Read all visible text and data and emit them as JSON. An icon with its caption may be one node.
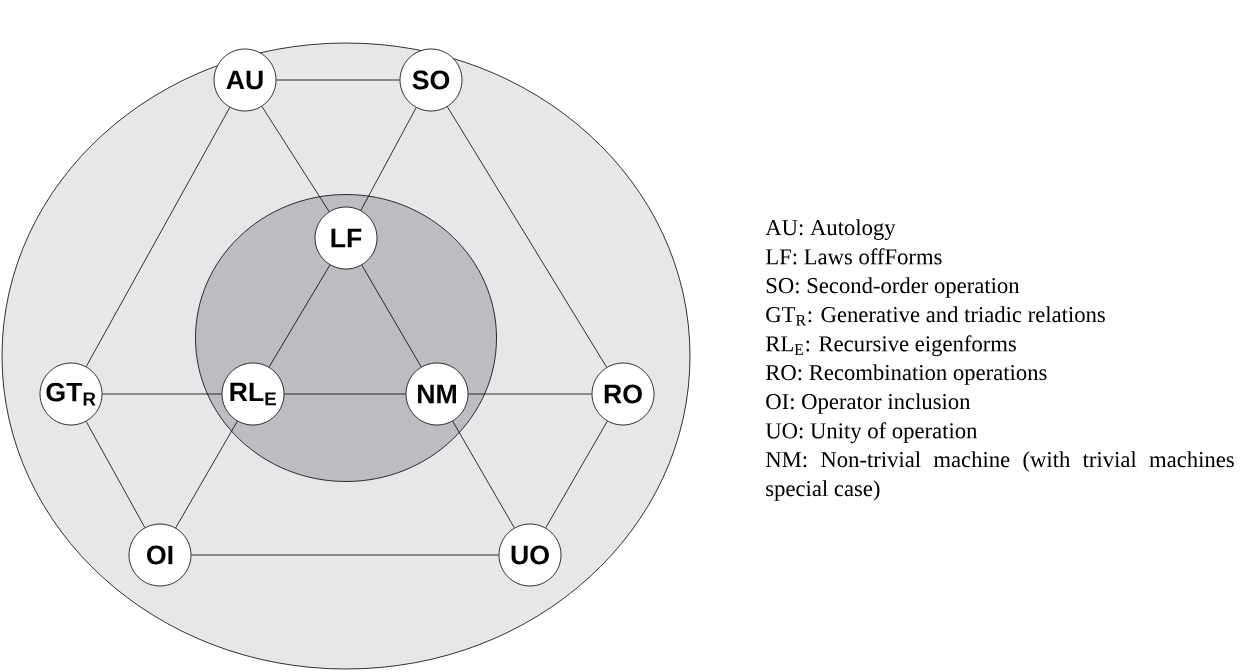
{
  "diagram": {
    "nodes": [
      {
        "text": [],
        "shape": "circle"
      },
      {
        "text": [],
        "shape": "circle",
        "in": 0
      },
      {
        "text": [
          "AU"
        ],
        "in": 0
      },
      {
        "text": [
          "SO"
        ],
        "in": 0
      },
      {
        "text": [
          "LF"
        ],
        "in": 1
      },
      {
        "text": [
          "GT$_{R}$"
        ],
        "in": 0
      },
      {
        "text": [
          "RL$_{E}$"
        ],
        "in": 1
      },
      {
        "text": [
          "NM"
        ],
        "in": 1
      },
      {
        "text": [
          "RO"
        ],
        "in": 0
      },
      {
        "text": [
          "OI"
        ],
        "in": 0
      },
      {
        "text": [
          "UO"
        ],
        "in": 0
      }
    ],
    "edges": [
      {
        "from": 2,
        "to": 3,
        "arrow": "none"
      },
      {
        "from": 2,
        "to": 4,
        "arrow": "none"
      },
      {
        "from": 3,
        "to": 4,
        "arrow": "none"
      },
      {
        "from": 2,
        "to": 5,
        "arrow": "none"
      },
      {
        "from": 3,
        "to": 8,
        "arrow": "none"
      },
      {
        "from": 4,
        "to": 6,
        "arrow": "none"
      },
      {
        "from": 4,
        "to": 7,
        "arrow": "none"
      },
      {
        "from": 5,
        "to": 6,
        "arrow": "none"
      },
      {
        "from": 6,
        "to": 7,
        "arrow": "none"
      },
      {
        "from": 7,
        "to": 8,
        "arrow": "none"
      },
      {
        "from": 5,
        "to": 9,
        "arrow": "none"
      },
      {
        "from": 6,
        "to": 9,
        "arrow": "none"
      },
      {
        "from": 7,
        "to": 10,
        "arrow": "none"
      },
      {
        "from": 8,
        "to": 10,
        "arrow": "none"
      },
      {
        "from": 9,
        "to": 10,
        "arrow": "none"
      }
    ],
    "labels": [
      "AU: Autology",
      "LF: Laws offForms",
      "SO: Second-order operation",
      "GT$_{R}$: Generative and triadic relations",
      "RL$_{E}$: Recursive eigenforms",
      "RO:  Recombination operations",
      "OI: Operator inclusion",
      "UO: Unity of operation",
      "NM: Non-trivial machine (with trivial machines special case)"
    ]
  }
}
